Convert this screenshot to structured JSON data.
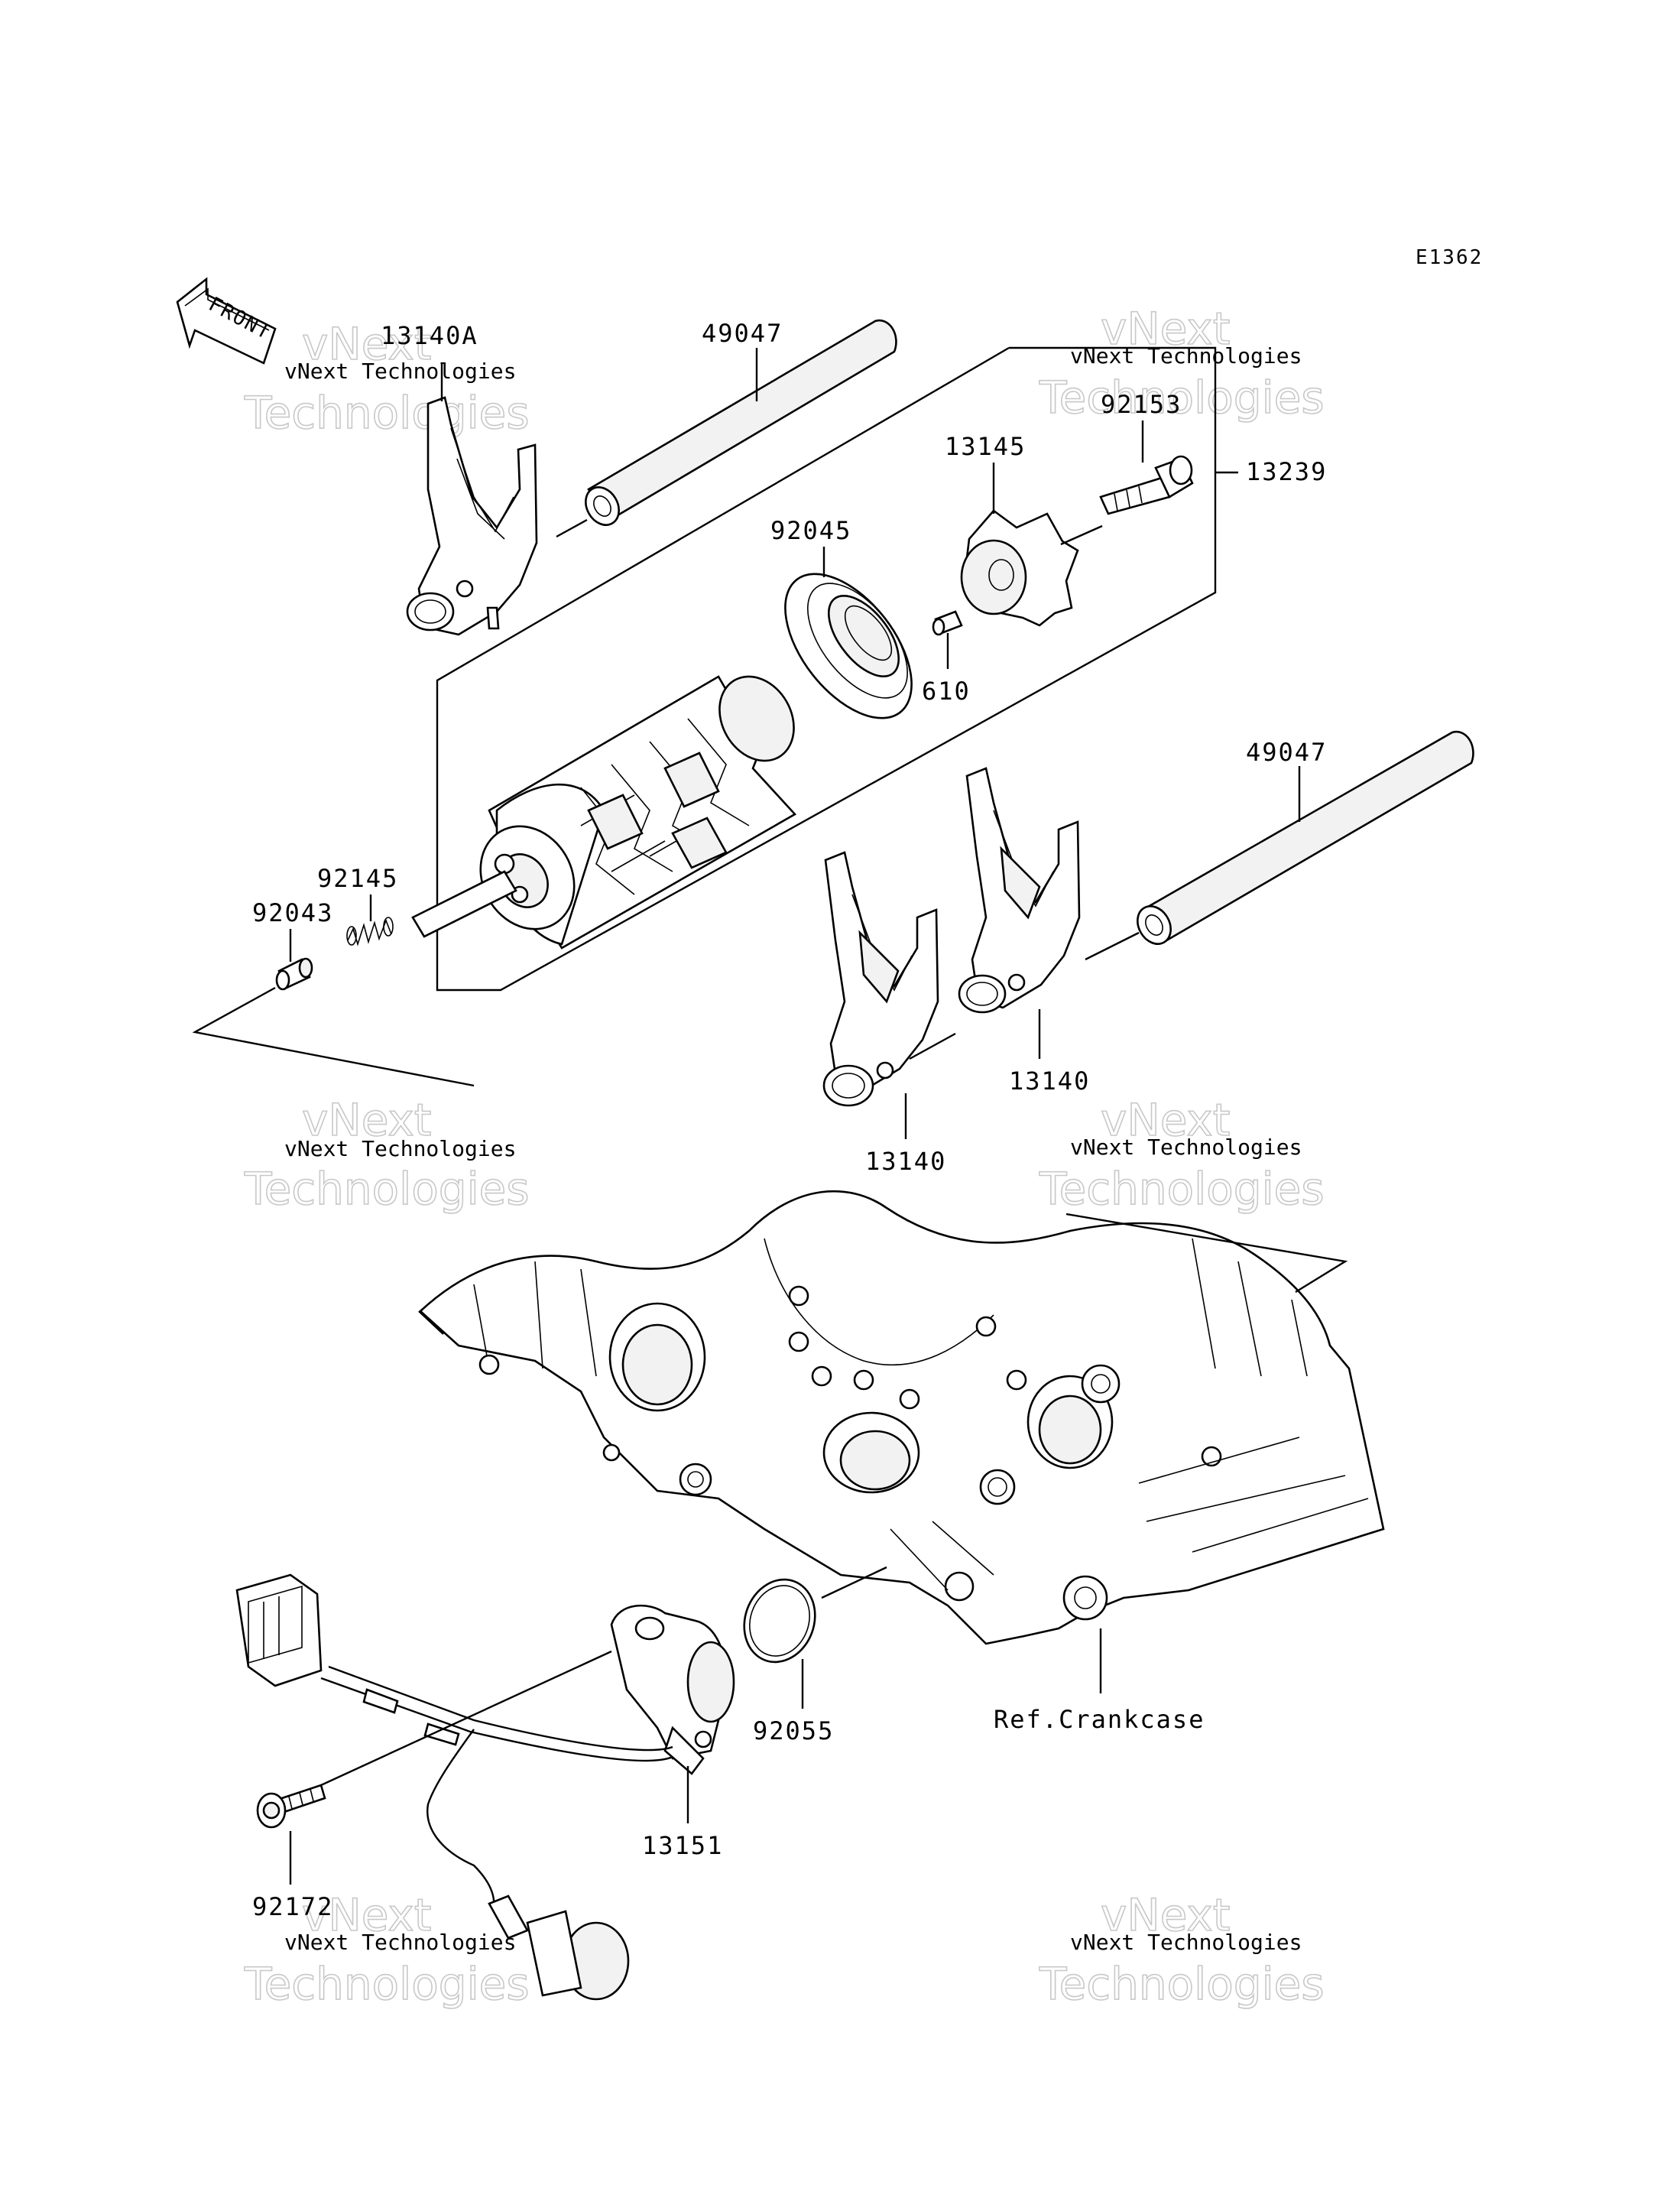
{
  "diagram_code": "E1362",
  "front_arrow_text": "FRONT",
  "watermark": {
    "line1": "vNext Technologies",
    "big_top": "vNext",
    "big_bottom": "Technologies"
  },
  "parts": {
    "fork_a": "13140A",
    "shaft_top": "49047",
    "bolt": "92153",
    "drum_assy": "13239",
    "cam": "13145",
    "bearing": "92045",
    "pin": "610",
    "spring": "92145",
    "detent_pin": "92043",
    "shaft_bottom": "49047",
    "fork_mid": "13140",
    "fork_low": "13140",
    "oring": "92055",
    "crankcase_ref": "Ref.Crankcase",
    "sensor": "13151",
    "sensor_bolt": "92172"
  }
}
